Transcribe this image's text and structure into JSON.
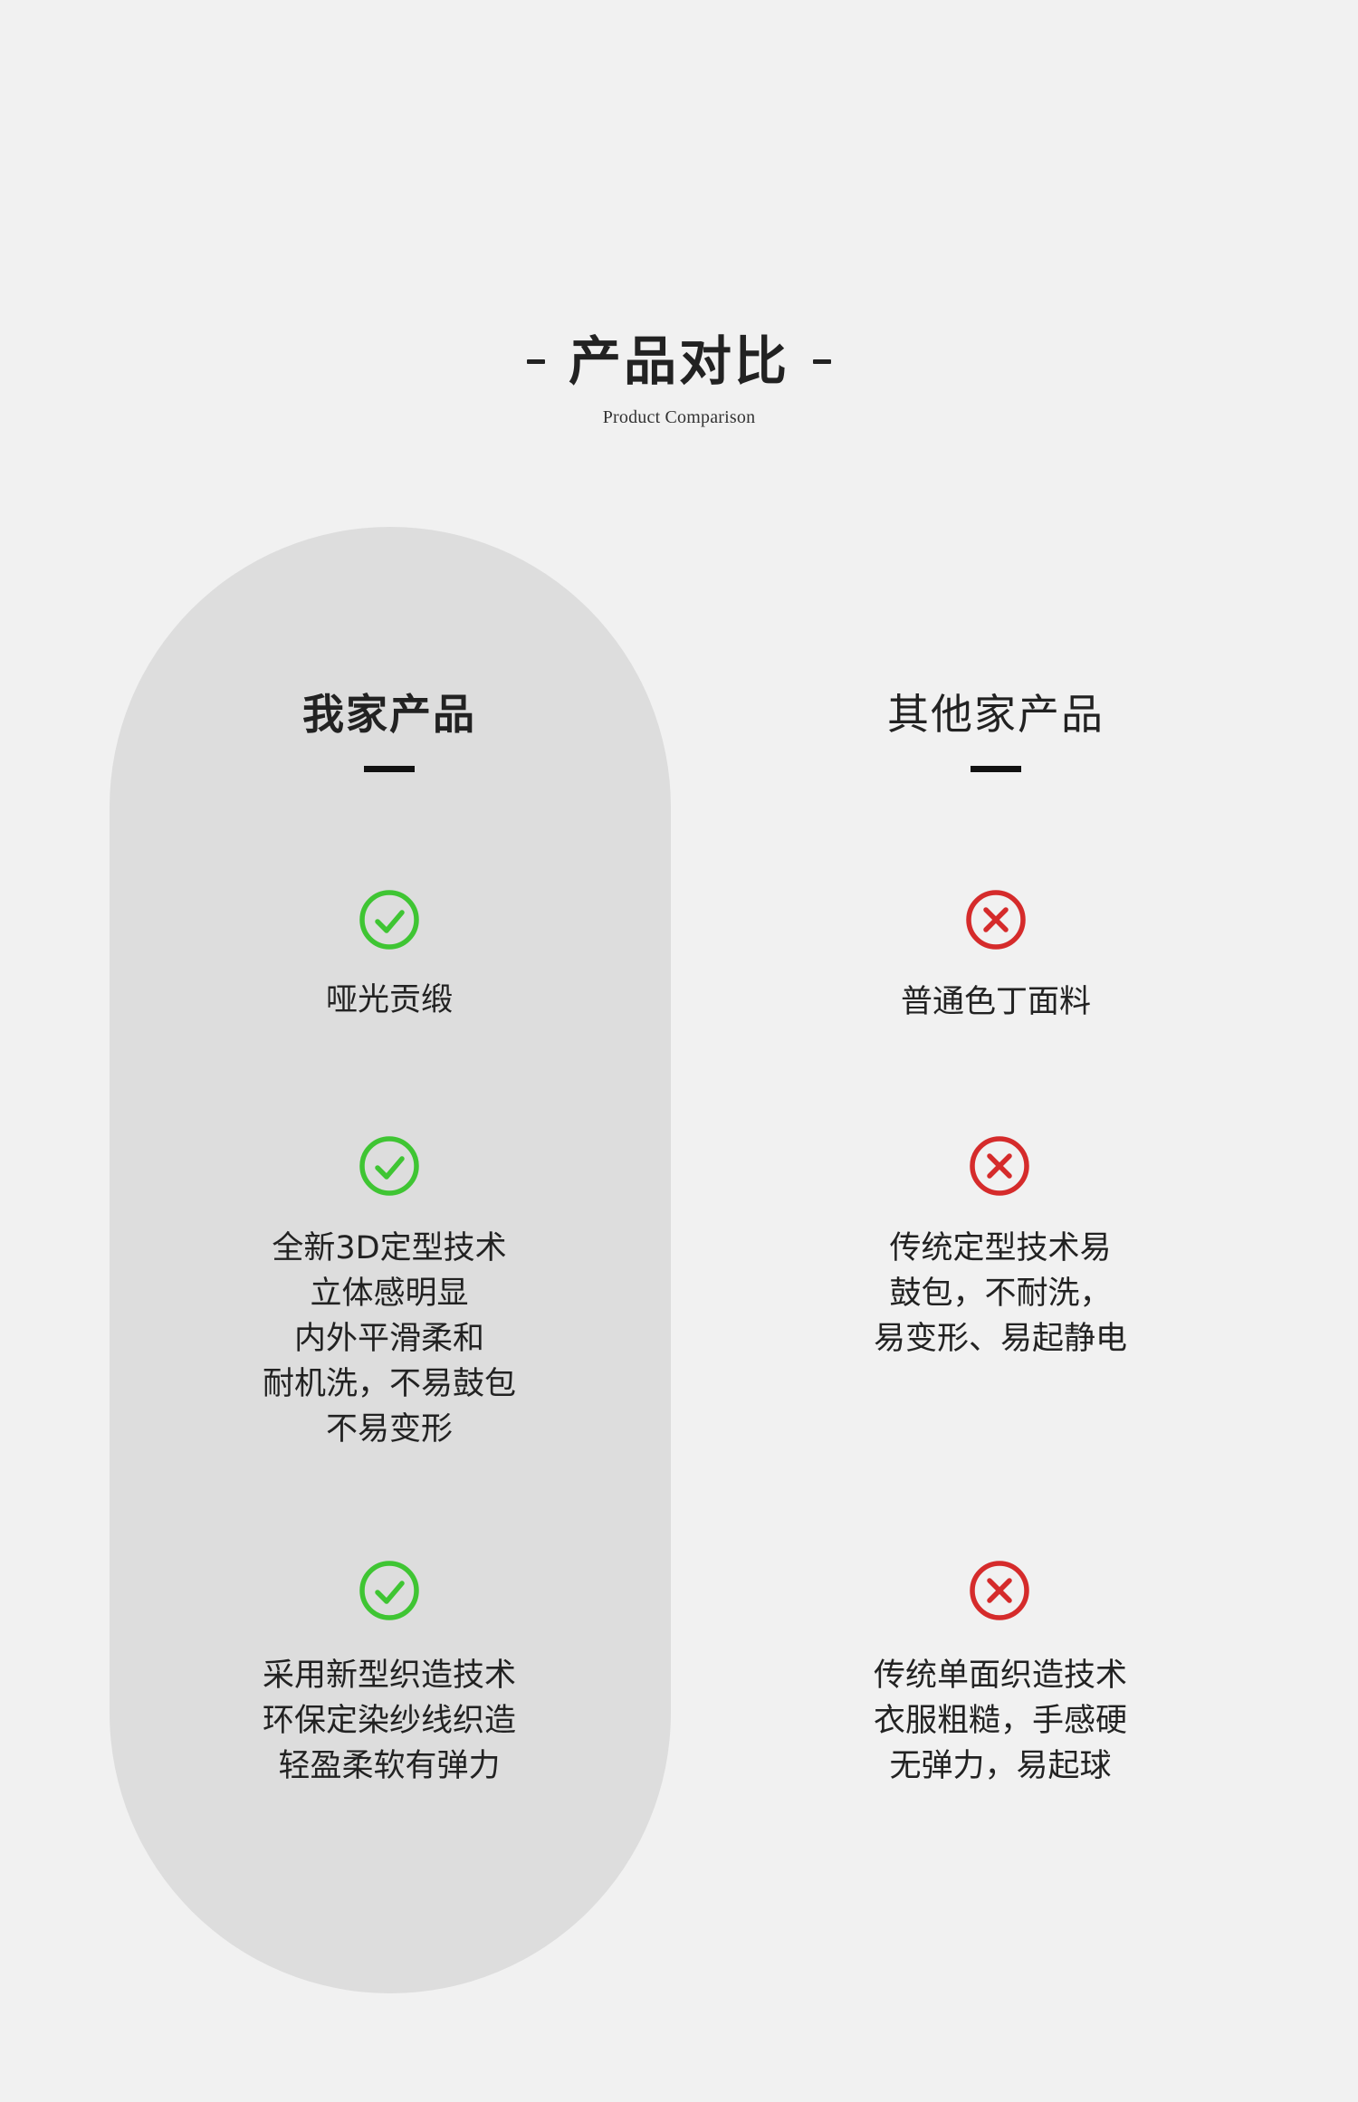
{
  "header": {
    "title": "产品对比",
    "subtitle": "Product Comparison"
  },
  "colors": {
    "background": "#f1f1f1",
    "pill": "#dddddd",
    "check": "#3fc533",
    "cross": "#d52b2b",
    "text": "#222222"
  },
  "left": {
    "title": "我家产品",
    "items": [
      {
        "icon": "check-circle-icon",
        "lines": [
          "哑光贡缎"
        ]
      },
      {
        "icon": "check-circle-icon",
        "lines": [
          "全新3D定型技术",
          "立体感明显",
          "内外平滑柔和",
          "耐机洗，不易鼓包",
          "不易变形"
        ]
      },
      {
        "icon": "check-circle-icon",
        "lines": [
          "采用新型织造技术",
          "环保定染纱线织造",
          "轻盈柔软有弹力"
        ]
      }
    ]
  },
  "right": {
    "title": "其他家产品",
    "items": [
      {
        "icon": "cross-circle-icon",
        "lines": [
          "普通色丁面料"
        ]
      },
      {
        "icon": "cross-circle-icon",
        "lines": [
          "传统定型技术易",
          "鼓包，不耐洗，",
          "易变形、易起静电"
        ]
      },
      {
        "icon": "cross-circle-icon",
        "lines": [
          "传统单面织造技术",
          "衣服粗糙，手感硬",
          "无弹力，易起球"
        ]
      }
    ]
  }
}
